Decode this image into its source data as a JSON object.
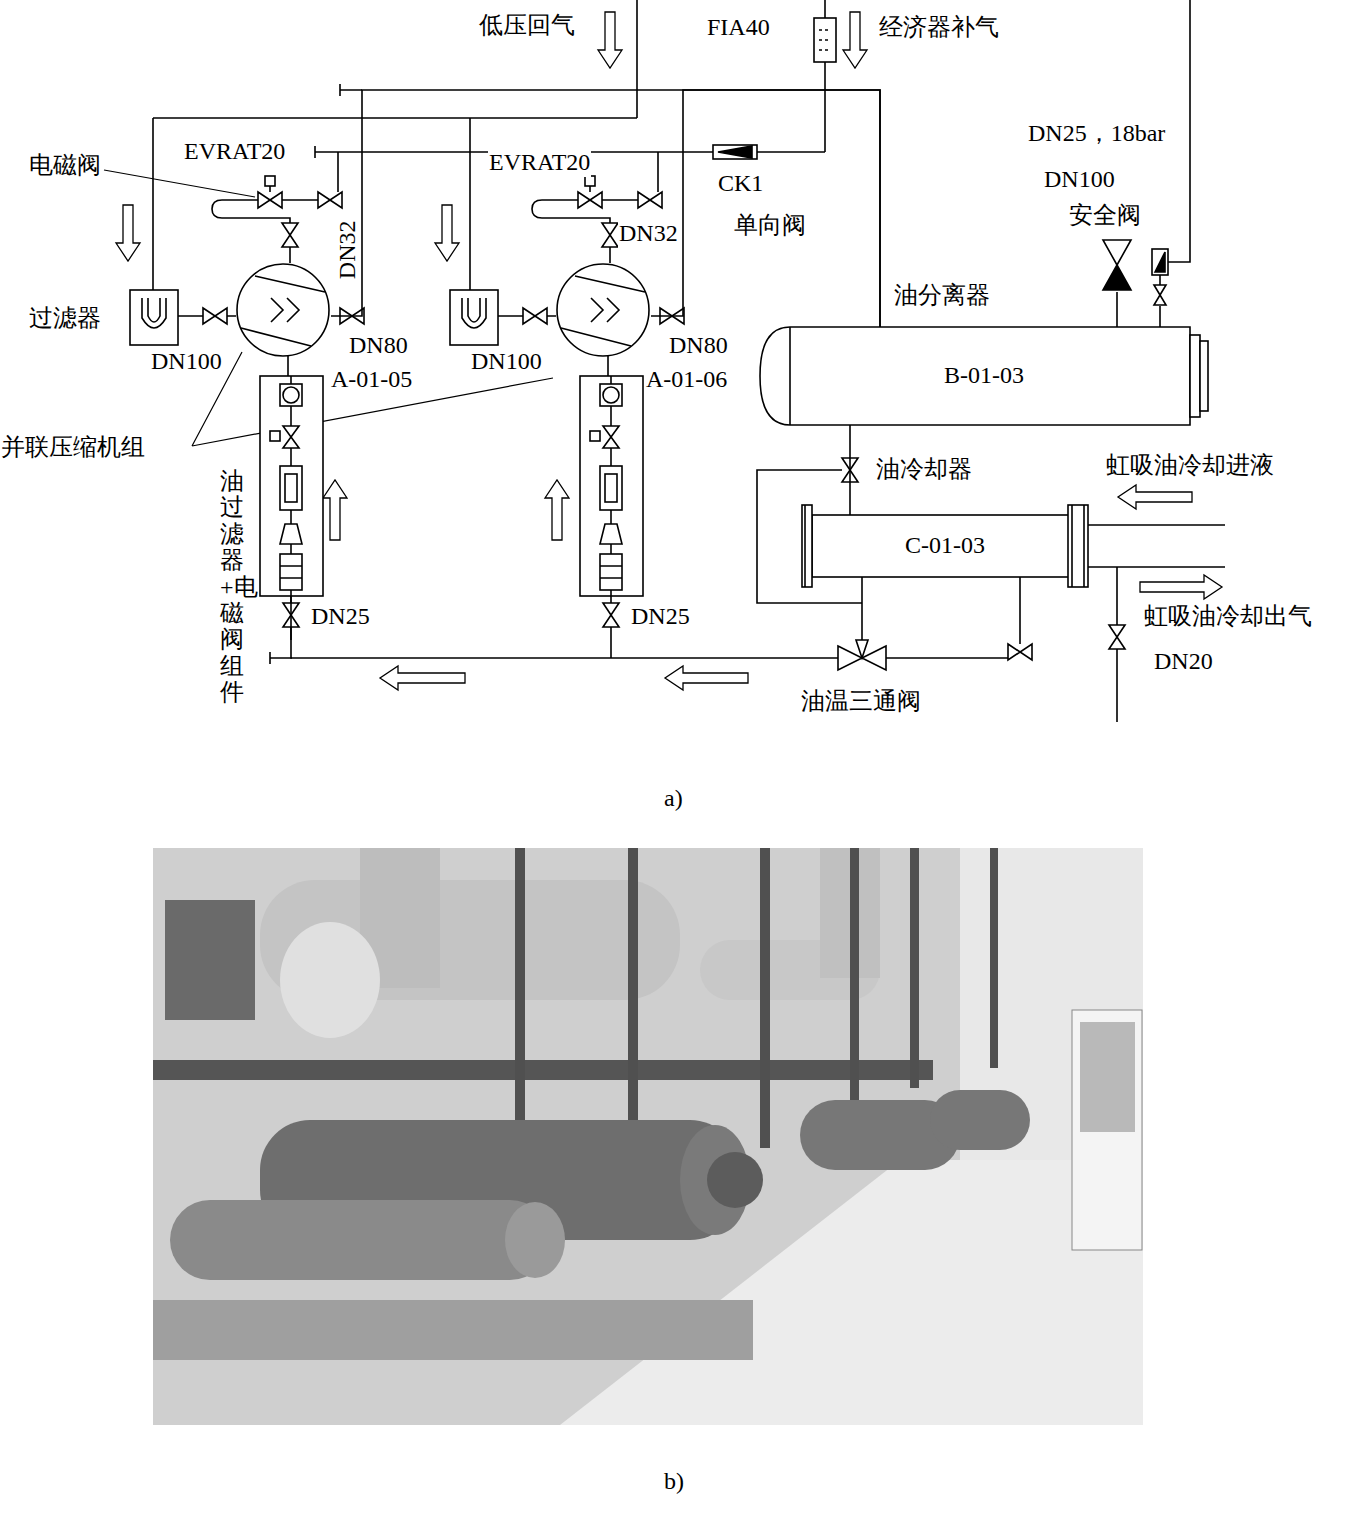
{
  "diagram": {
    "nodes": [
      {
        "text": [
          "A-01-05"
        ]
      },
      {
        "text": [
          "A-01-06"
        ]
      },
      {
        "text": [
          "油分离器",
          "B-01-03"
        ]
      },
      {
        "text": [
          "油冷却器",
          "C-01-03"
        ]
      },
      {
        "text": [
          "油过滤器+电磁阀组件"
        ]
      },
      {
        "text": [
          "油温三通阀"
        ]
      }
    ],
    "edges": [
      {
        "from": 0,
        "to": 2,
        "arrow": "none"
      },
      {
        "from": 1,
        "to": 2,
        "arrow": "none"
      },
      {
        "from": 2,
        "to": 3,
        "arrow": "none"
      },
      {
        "from": 3,
        "to": 5,
        "arrow": "none"
      },
      {
        "from": 5,
        "to": 4,
        "arrow": "none"
      }
    ],
    "labels": [
      "低压回气",
      "FIA40",
      "经济器补气",
      "EVRAT20",
      "电磁阀",
      "DN32",
      "EVRAT20",
      "DN32",
      "CK1",
      "单向阀",
      "DN25，18bar",
      "DN100",
      "安全阀",
      "过滤器",
      "DN100",
      "DN80",
      "DN100",
      "DN80",
      "并联压缩机组",
      "DN25",
      "DN25",
      "虹吸油冷却进液",
      "虹吸油冷却出气",
      "DN20",
      "a)",
      "b)"
    ]
  }
}
